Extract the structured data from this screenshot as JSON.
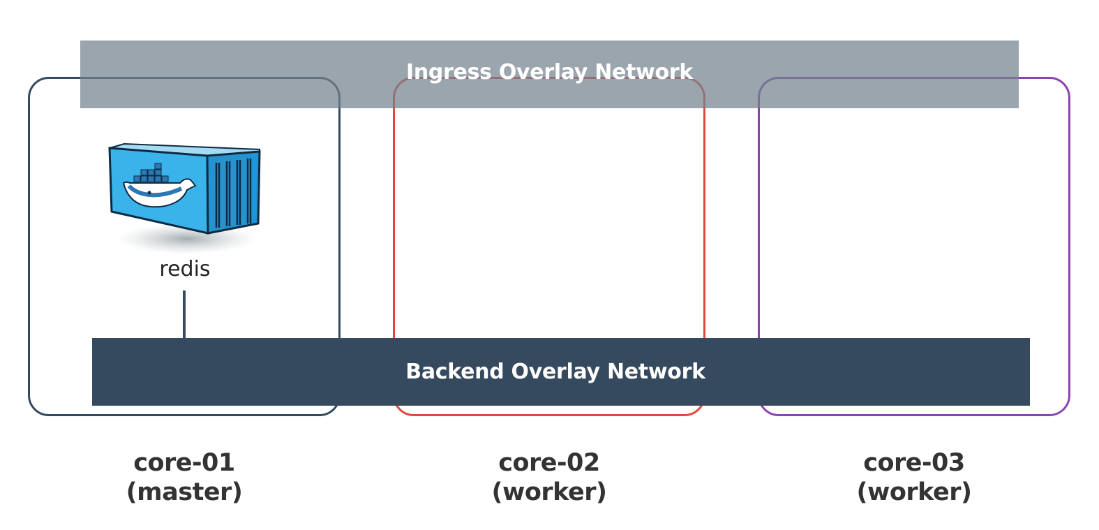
{
  "ingress_network": {
    "label": "Ingress Overlay Network",
    "color": "#73828f"
  },
  "backend_network": {
    "label": "Backend Overlay Network",
    "color": "#354a5e"
  },
  "nodes": [
    {
      "name": "core-01",
      "role": "(master)",
      "border_color": "#344a5f"
    },
    {
      "name": "core-02",
      "role": "(worker)",
      "border_color": "#e0493b"
    },
    {
      "name": "core-03",
      "role": "(worker)",
      "border_color": "#8a44b0"
    }
  ],
  "services": [
    {
      "label": "redis",
      "icon": "docker-container-icon",
      "node": "core-01"
    }
  ]
}
